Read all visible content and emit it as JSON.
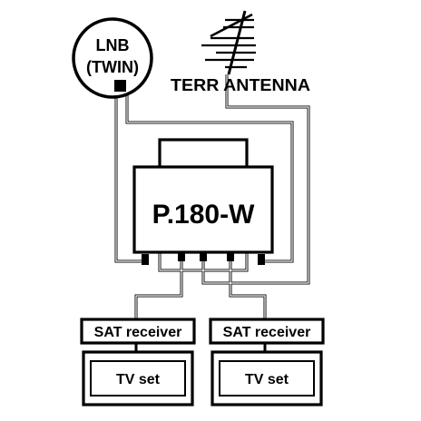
{
  "lnb": {
    "line1": "LNB",
    "line2": "(TWIN)"
  },
  "antenna": {
    "label": "TERR ANTENNA"
  },
  "switch": {
    "model": "P.180-W"
  },
  "receivers": [
    {
      "label": "SAT receiver"
    },
    {
      "label": "SAT receiver"
    }
  ],
  "tvs": [
    {
      "label": "TV set"
    },
    {
      "label": "TV set"
    }
  ],
  "colors": {
    "line": "#000000",
    "background": "#ffffff"
  }
}
